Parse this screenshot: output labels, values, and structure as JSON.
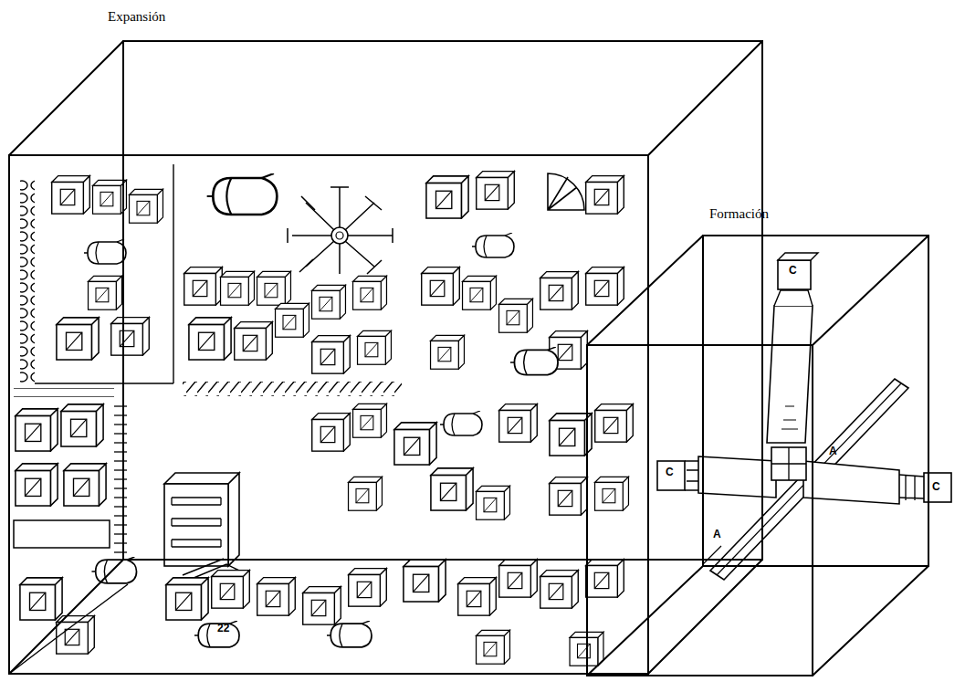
{
  "diagram": {
    "nodes": [
      {
        "text": [
          "Expansión"
        ]
      },
      {
        "text": [
          "Formación"
        ]
      }
    ],
    "labels": [
      "22",
      "C",
      "C",
      "C",
      "A",
      "A"
    ]
  }
}
